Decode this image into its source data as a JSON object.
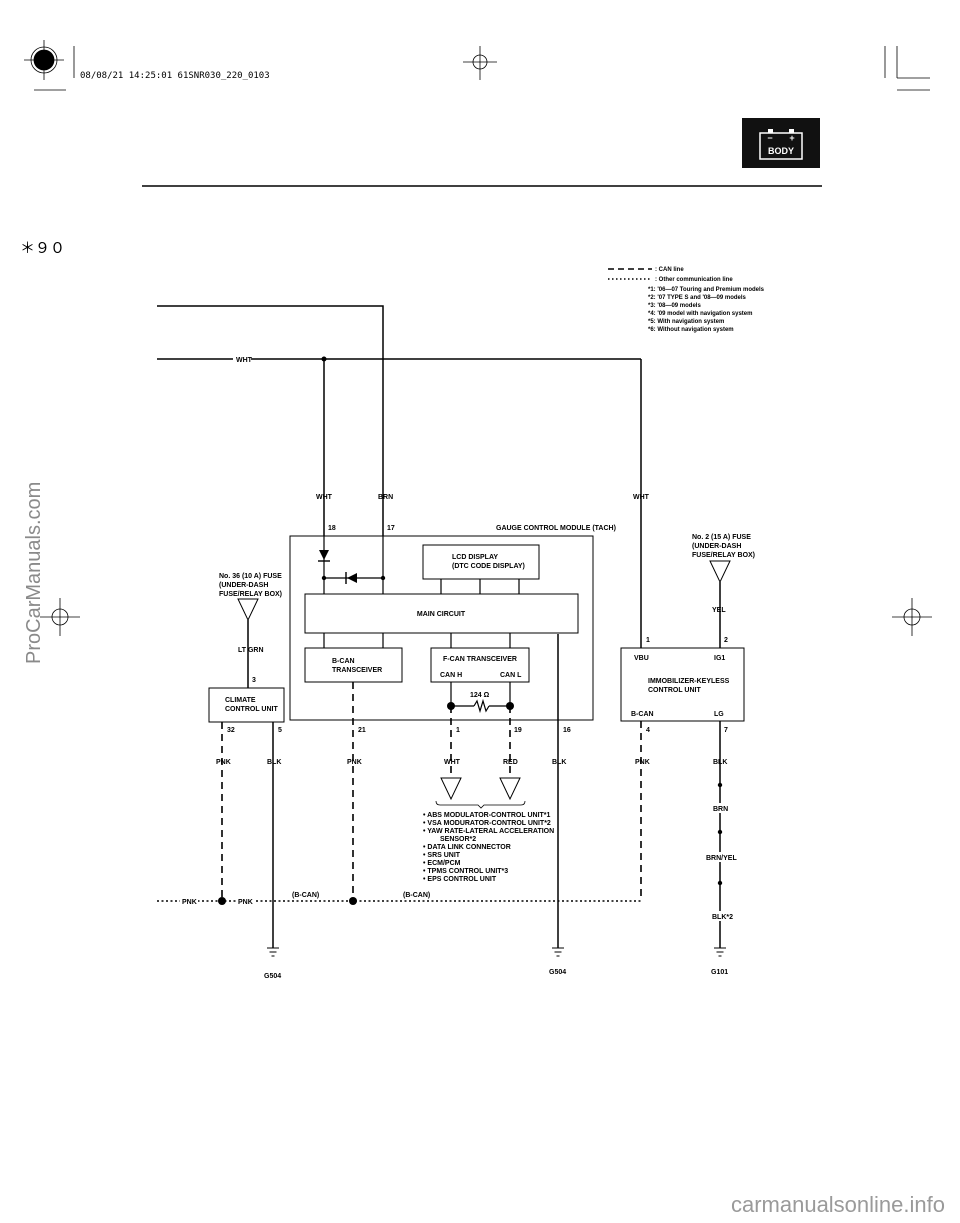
{
  "header": {
    "stamp": "08/08/21 14:25:01 61SNR030_220_0103",
    "badge_text": "BODY",
    "badge_minus": "−",
    "badge_plus": "+",
    "page_mark": "＊９０"
  },
  "legend": {
    "can_line": ": CAN line",
    "other_line": ": Other communication line",
    "notes": [
      "*1: '06—07 Touring and Premium models",
      "*2: '07 TYPE S and '08—09 models",
      "*3: '08—09 models",
      "*4: '09 model with navigation system",
      "*5: With navigation system",
      "*6: Without navigation system"
    ]
  },
  "gauge": {
    "title": "GAUGE CONTROL MODULE (TACH)",
    "lcd_line1": "LCD DISPLAY",
    "lcd_line2": "(DTC CODE DISPLAY)",
    "main_circuit": "MAIN CIRCUIT",
    "bcan_line1": "B-CAN",
    "bcan_line2": "TRANSCEIVER",
    "fcan": "F-CAN TRANSCEIVER",
    "can_h": "CAN H",
    "can_l": "CAN L",
    "resistor": "124 Ω",
    "pin_18": "18",
    "pin_17": "17",
    "pin_21": "21",
    "pin_1": "1",
    "pin_19": "19",
    "pin_16": "16"
  },
  "climate": {
    "fuse_line1": "No. 36 (10 A) FUSE",
    "fuse_line2": "(UNDER-DASH",
    "fuse_line3": "FUSE/RELAY BOX)",
    "wire_in": "LT GRN",
    "pin_3": "3",
    "name_line1": "CLIMATE",
    "name_line2": "CONTROL UNIT",
    "pin_32": "32",
    "pin_5": "5"
  },
  "immobilizer": {
    "fuse_line1": "No. 2 (15 A) FUSE",
    "fuse_line2": "(UNDER-DASH",
    "fuse_line3": "FUSE/RELAY BOX)",
    "wire_in": "YEL",
    "pin_1": "1",
    "pin_2": "2",
    "vbu": "VBU",
    "ig1": "IG1",
    "name_line1": "IMMOBILIZER-KEYLESS",
    "name_line2": "CONTROL UNIT",
    "bcan": "B-CAN",
    "lg": "LG",
    "pin_4": "4",
    "pin_7": "7"
  },
  "wires": {
    "wht_top": "WHT",
    "wht_gauge": "WHT",
    "brn_gauge": "BRN",
    "wht_right": "WHT",
    "pnk_climate": "PNK",
    "blk_climate": "BLK",
    "pnk_gauge": "PNK",
    "wht_can": "WHT",
    "red_can": "RED",
    "blk_gauge": "BLK",
    "pnk_immob": "PNK",
    "blk_immob": "BLK",
    "brn_chain": "BRN",
    "brn_yel_chain": "BRN/YEL",
    "blk2_chain": "BLK*2",
    "pnk_bus_left": "PNK",
    "pnk_bus_mid": "PNK",
    "bcan_bus_1": "(B-CAN)",
    "bcan_bus_2": "(B-CAN)"
  },
  "devices": [
    "ABS MODULATOR-CONTROL UNIT*1",
    "VSA MODURATOR-CONTROL UNIT*2",
    "YAW RATE-LATERAL ACCELERATION",
    "SENSOR*2",
    "DATA LINK CONNECTOR",
    "SRS UNIT",
    "ECM/PCM",
    "TPMS CONTROL UNIT*3",
    "EPS CONTROL UNIT"
  ],
  "grounds": {
    "g1": "G504",
    "g2": "G504",
    "g3": "G101"
  },
  "watermarks": {
    "left": "ProCarManuals.com",
    "bottom": "carmanualsonline.info"
  }
}
